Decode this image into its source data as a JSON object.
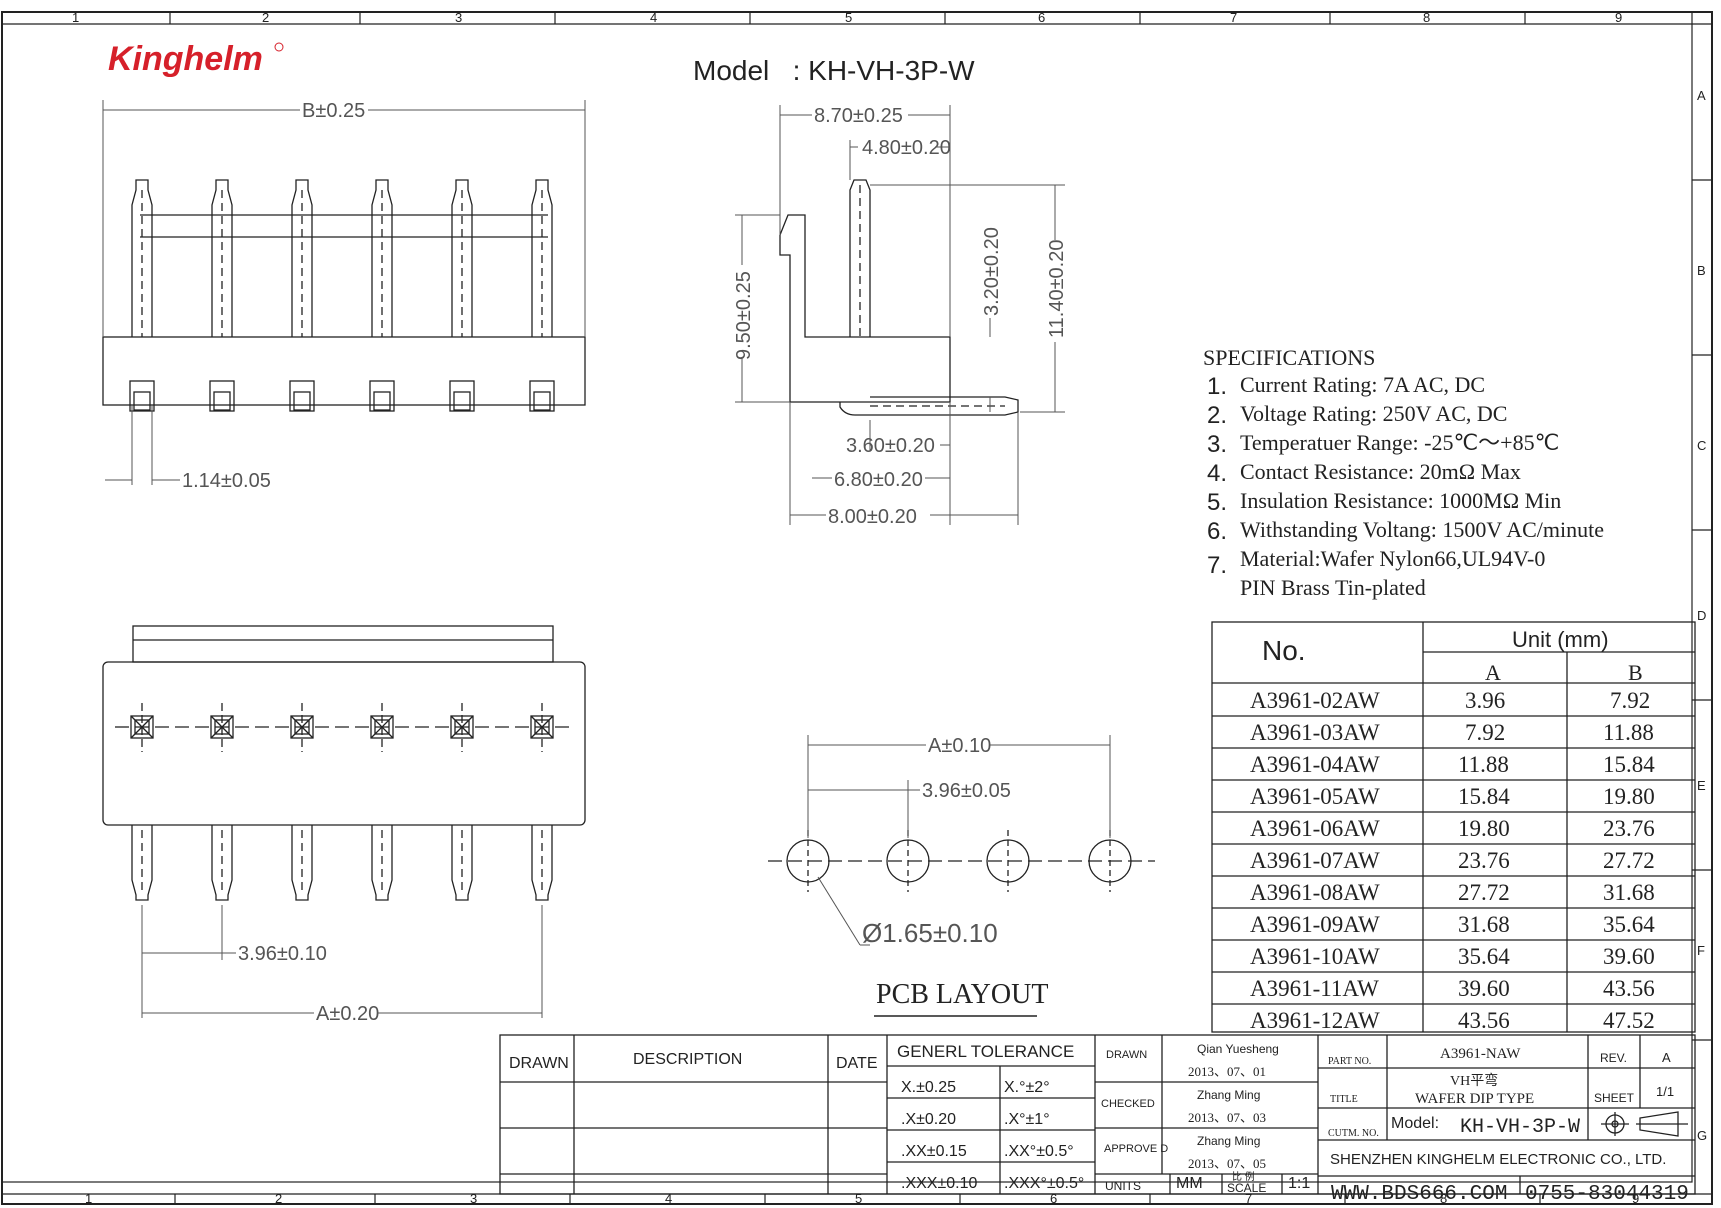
{
  "model_line": "Model   : KH-VH-3P-W",
  "logo_text": "Kinghelm",
  "frame": {
    "top_cols": [
      "1",
      "2",
      "3",
      "4",
      "5",
      "6",
      "7",
      "8",
      "9"
    ],
    "bottom_cols": [
      "1",
      "2",
      "3",
      "4",
      "5",
      "6",
      "7",
      "8",
      "9"
    ],
    "side_rows": [
      "A",
      "B",
      "C",
      "D",
      "E",
      "F",
      "G"
    ]
  },
  "dims": {
    "b_width": "B±0.25",
    "pin_w": "1.14±0.05",
    "d870": "8.70±0.25",
    "d480": "4.80±0.20",
    "d950": "9.50±0.25",
    "d320": "3.20±0.20",
    "d1140": "11.40±0.20",
    "d360": "3.60±0.20",
    "d680": "6.80±0.20",
    "d800": "8.00±0.20",
    "pitch": "3.96±0.10",
    "a_len": "A±0.20",
    "pcb_a": "A±0.10",
    "pcb_pitch": "3.96±0.05",
    "pcb_hole": "Ø1.65±0.10"
  },
  "pcb_title": "PCB LAYOUT",
  "specs": {
    "heading": "SPECIFICATIONS",
    "items": [
      {
        "n": "1.",
        "text": "Current Rating: 7A AC, DC"
      },
      {
        "n": "2.",
        "text": "Voltage Rating: 250V AC, DC"
      },
      {
        "n": "3.",
        "text": "Temperatuer Range: -25℃～+85℃"
      },
      {
        "n": "4.",
        "text": "Contact Resistance: 20mΩ Max"
      },
      {
        "n": "5.",
        "text": "Insulation Resistance: 1000MΩ Min"
      },
      {
        "n": "6.",
        "text": "Withstanding Voltang: 1500V AC/minute"
      },
      {
        "n": "7.",
        "text": "Material:Wafer Nylon66,UL94V-0"
      }
    ],
    "extra": "PIN Brass Tin-plated"
  },
  "table": {
    "no_header": "No.",
    "unit_header": "Unit (mm)",
    "col_a": "A",
    "col_b": "B",
    "rows": [
      [
        "A3961-02AW",
        "3.96",
        "7.92"
      ],
      [
        "A3961-03AW",
        "7.92",
        "11.88"
      ],
      [
        "A3961-04AW",
        "11.88",
        "15.84"
      ],
      [
        "A3961-05AW",
        "15.84",
        "19.80"
      ],
      [
        "A3961-06AW",
        "19.80",
        "23.76"
      ],
      [
        "A3961-07AW",
        "23.76",
        "27.72"
      ],
      [
        "A3961-08AW",
        "27.72",
        "31.68"
      ],
      [
        "A3961-09AW",
        "31.68",
        "35.64"
      ],
      [
        "A3961-10AW",
        "35.64",
        "39.60"
      ],
      [
        "A3961-11AW",
        "39.60",
        "43.56"
      ],
      [
        "A3961-12AW",
        "43.56",
        "47.52"
      ]
    ]
  },
  "title_block": {
    "drawn_h": "DRAWN",
    "desc_h": "DESCRIPTION",
    "date_h": "DATE",
    "tol_h": "GENERL  TOLERANCE",
    "tol": [
      [
        "X.±0.25",
        "X.°±2°"
      ],
      [
        ".X±0.20",
        ".X°±1°"
      ],
      [
        ".XX±0.15",
        ".XX°±0.5°"
      ],
      [
        ".XXX±0.10",
        ".XXX°±0.5°"
      ]
    ],
    "drawn_lbl": "DRAWN",
    "drawn_name": "Qian Yuesheng",
    "drawn_date": "2013、07、01",
    "checked_lbl": "CHECKED",
    "checked_name": "Zhang Ming",
    "checked_date": "2013、07、03",
    "approve_lbl": "APPROVE D",
    "approve_name": "Zhang Ming",
    "approve_date": "2013、07、05",
    "units_lbl": "UNITS",
    "units_val": "MM",
    "scale_cn": "比 例",
    "scale_lbl": "SCALE",
    "scale_val": "1:1",
    "part_lbl": "PART NO.",
    "part_val": "A3961-NAW",
    "rev_lbl": "REV.",
    "rev_val": "A",
    "title_lbl": "TITLE",
    "title_cn": "VH平弯",
    "title_val": "WAFER DIP TYPE",
    "sheet_lbl": "SHEET",
    "sheet_val": "1/1",
    "cutm_lbl": "CUTM. NO.",
    "model_lbl": "Model:",
    "model_val": "KH-VH-3P-W",
    "company": "SHENZHEN KINGHELM ELECTRONIC CO., LTD.",
    "web": "WWW.BDS666.COM",
    "phone": "0755-83044319"
  }
}
